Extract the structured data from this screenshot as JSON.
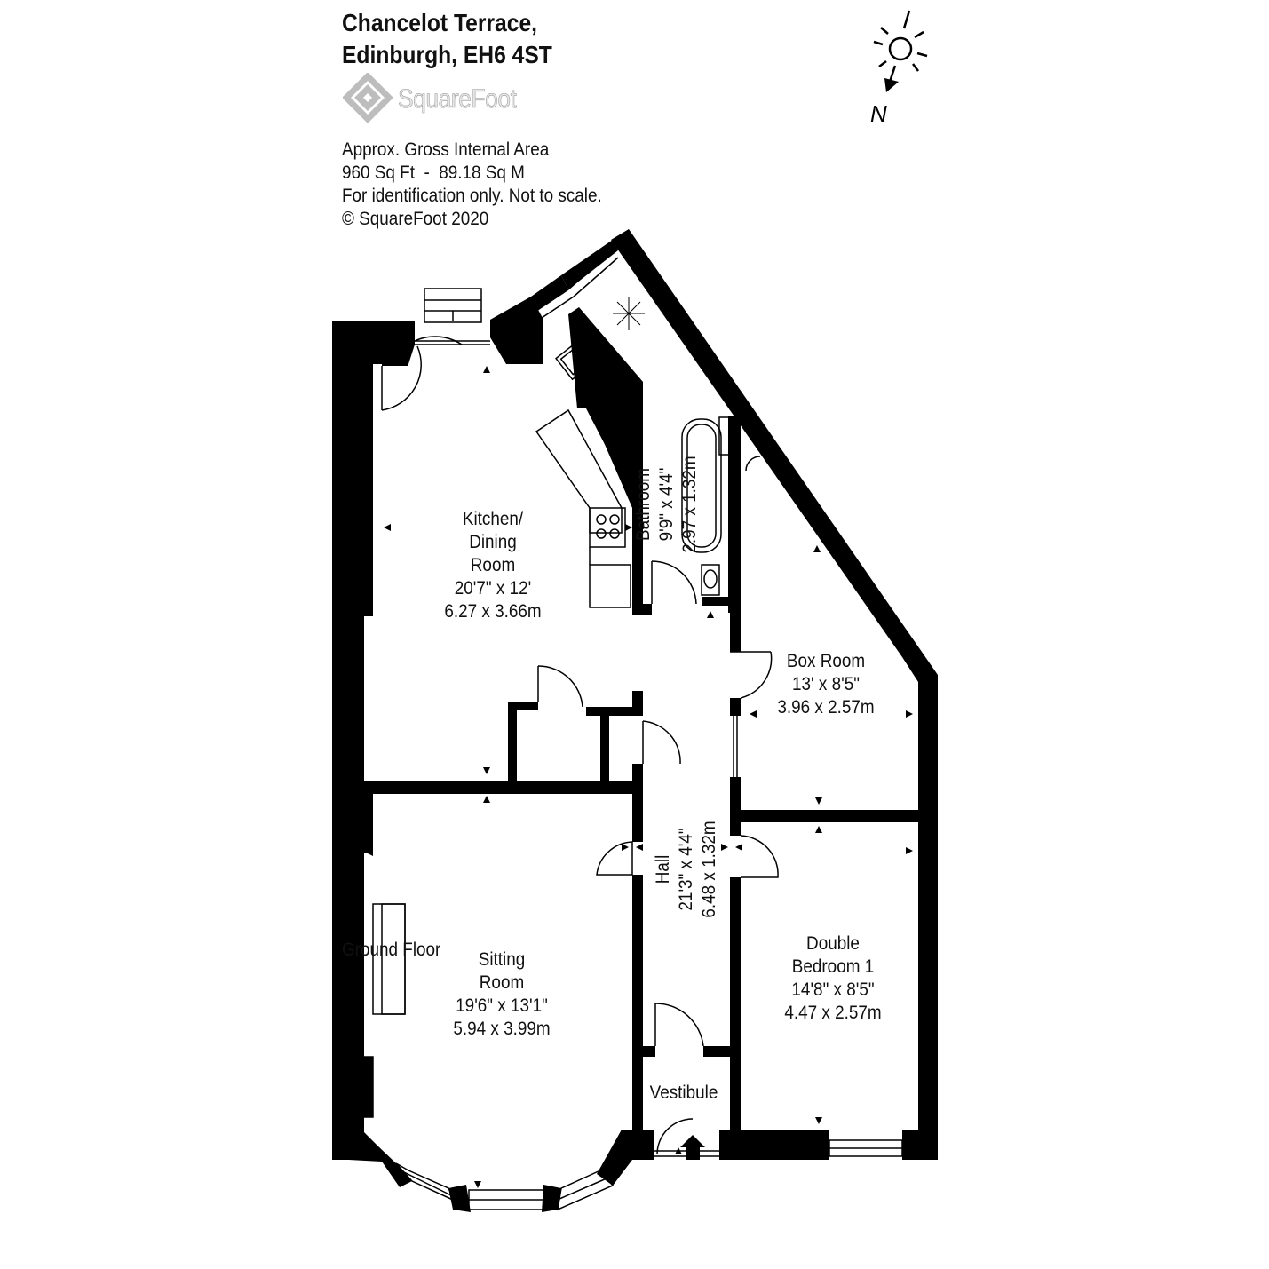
{
  "header": {
    "address_line1": "Chancelot Terrace,",
    "address_line2": "Edinburgh, EH6 4ST",
    "brand": "SquareFoot"
  },
  "info": {
    "line1": "Approx. Gross Internal Area",
    "line2": "960 Sq Ft  -  89.18 Sq M",
    "line3": "For identification only. Not to scale.",
    "line4": "© SquareFoot 2020"
  },
  "compass": {
    "label": "N"
  },
  "floor_label": "Ground Floor",
  "rooms": {
    "kitchen": {
      "name1": "Kitchen/",
      "name2": "Dining",
      "name3": "Room",
      "imperial": "20'7\" x 12'",
      "metric": "6.27 x 3.66m"
    },
    "bathroom": {
      "name": "Bathroom",
      "imperial": "9'9\" x 4'4\"",
      "metric": "2.97 x 1.32m"
    },
    "box_room": {
      "name": "Box Room",
      "imperial": "13' x 8'5\"",
      "metric": "3.96 x 2.57m"
    },
    "hall": {
      "name": "Hall",
      "imperial": "21'3\" x 4'4\"",
      "metric": "6.48 x 1.32m"
    },
    "sitting": {
      "name1": "Sitting",
      "name2": "Room",
      "imperial": "19'6\" x 13'1\"",
      "metric": "5.94 x 3.99m"
    },
    "bedroom": {
      "name1": "Double",
      "name2": "Bedroom 1",
      "imperial": "14'8\" x 8'5\"",
      "metric": "4.47 x 2.57m"
    },
    "vestibule": {
      "name": "Vestibule"
    }
  },
  "colors": {
    "wall": "#000000",
    "text": "#111111",
    "logo": "#bdbdbd"
  }
}
